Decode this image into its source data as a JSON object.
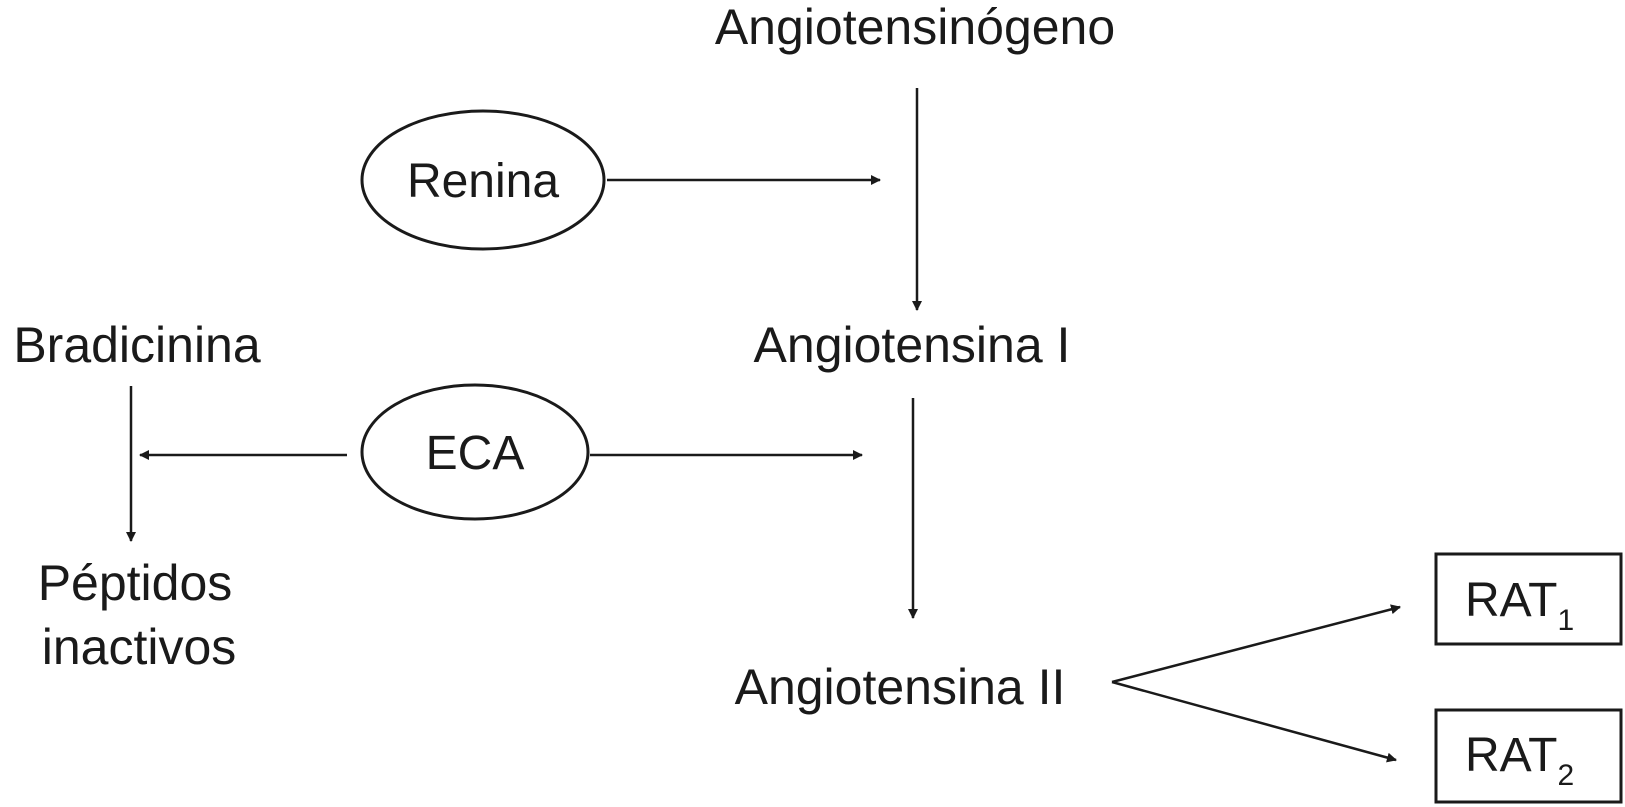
{
  "nodes": {
    "angiotensinogen": "Angiotensinógeno",
    "renin": "Renina",
    "angiotensin1": "Angiotensina I",
    "bradykinin": "Bradicinina",
    "ace": "ECA",
    "inactive_peptides_line1": "Péptidos",
    "inactive_peptides_line2": "inactivos",
    "angiotensin2": "Angiotensina II",
    "rat1_base": "RAT",
    "rat1_sub": "1",
    "rat2_base": "RAT",
    "rat2_sub": "2"
  }
}
